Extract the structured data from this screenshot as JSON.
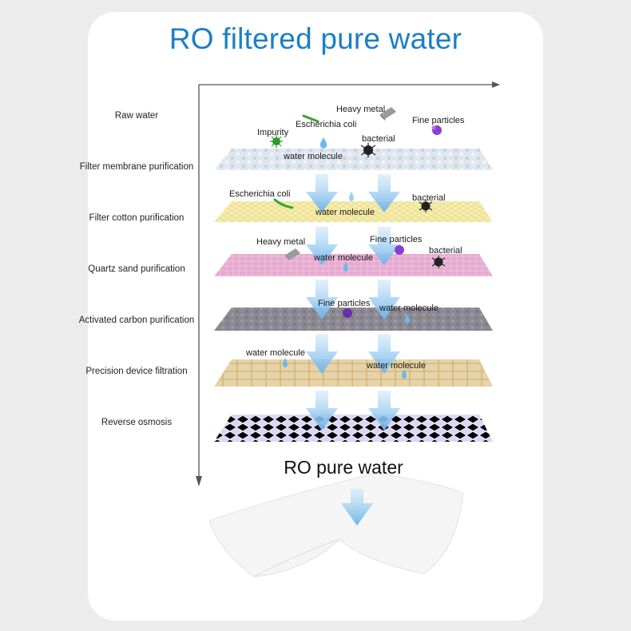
{
  "title": "RO filtered pure water",
  "steps": [
    "Raw water",
    "Filter membrane purification",
    "Filter cotton purification",
    "Quartz sand purification",
    "Activated carbon purification",
    "Precision device filtration",
    "Reverse osmosis"
  ],
  "labels": {
    "heavy_metal": "Heavy metal",
    "escherichia_coli": "Escherichia coli",
    "fine_particles": "Fine particles",
    "impurity": "Impurity",
    "bacterial": "bacterial",
    "water_molecule": "water molecule"
  },
  "result": "RO pure water",
  "colors": {
    "title": "#1b7fc4",
    "arrow": "#8ec6ee",
    "membrane": "#dfe6ee",
    "cotton": "#f6eeb0",
    "quartz": "#e6a9cf",
    "carbon": "#8d8993",
    "precision": "#e7d3a8",
    "ro": "#dcd6f6"
  }
}
